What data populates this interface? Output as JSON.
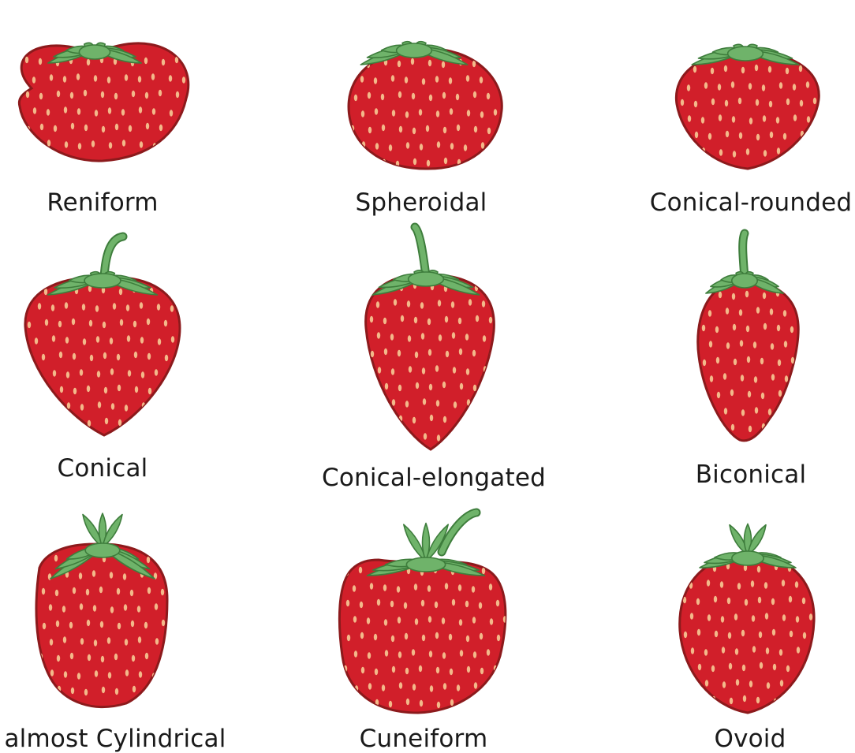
{
  "colors": {
    "berry_fill": "#d11f2a",
    "berry_outline": "#8c1a1c",
    "seed": "#f3b98a",
    "leaf_fill": "#6fb36a",
    "leaf_outline": "#3e7d3c",
    "caption": "#1a1a1a",
    "background": "#ffffff"
  },
  "shapes": [
    {
      "id": "reniform",
      "label": "Reniform",
      "form": "wide-kidney"
    },
    {
      "id": "spheroidal",
      "label": "Spheroidal",
      "form": "round"
    },
    {
      "id": "conical-rounded",
      "label": "Conical-rounded",
      "form": "rounded-cone"
    },
    {
      "id": "conical",
      "label": "Conical",
      "form": "cone"
    },
    {
      "id": "conical-elongated",
      "label": "Conical-elongated",
      "form": "long-cone"
    },
    {
      "id": "biconical",
      "label": "Biconical",
      "form": "double-cone"
    },
    {
      "id": "almost-cylindrical",
      "label": "almost Cylindrical",
      "form": "cylinder"
    },
    {
      "id": "cuneiform",
      "label": "Cuneiform",
      "form": "wedge"
    },
    {
      "id": "ovoid",
      "label": "Ovoid",
      "form": "egg"
    }
  ]
}
